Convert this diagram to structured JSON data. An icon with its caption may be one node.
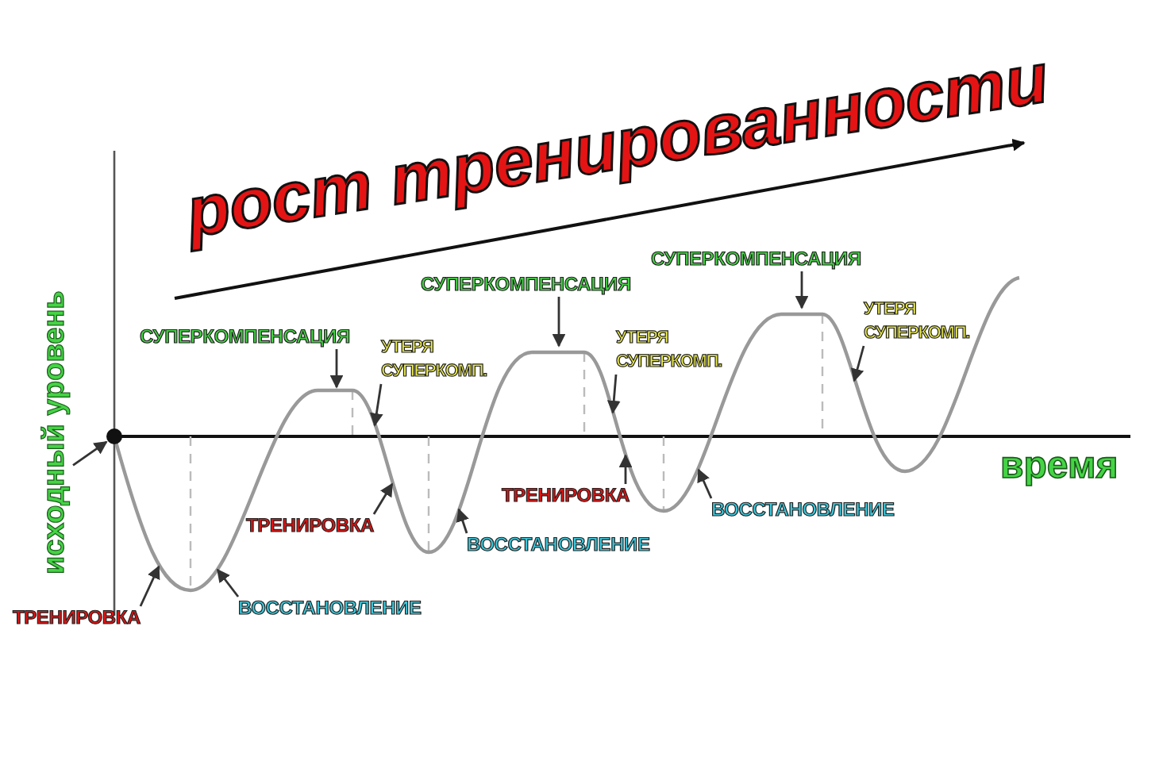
{
  "diagram": {
    "nodes": [
      {
        "text": [],
        "shape": "circle"
      },
      {
        "text": [
          "исходный уровень"
        ]
      },
      {
        "text": [
          "СУПЕРКОМПЕНСАЦИЯ"
        ]
      },
      {
        "text": [
          "УТЕРЯ СУПЕРКОМП."
        ]
      },
      {
        "text": [
          "ТРЕНИРОВКА"
        ]
      },
      {
        "text": [
          "ВОССТАНОВЛЕНИЕ"
        ]
      },
      {
        "text": [
          "ТРЕНИРОВКА"
        ]
      },
      {
        "text": [
          "СУПЕРКОМПЕНСАЦИЯ"
        ]
      },
      {
        "text": [
          "УТЕРЯ СУПЕРКОМП."
        ]
      },
      {
        "text": [
          "ТРЕНИРОВКА"
        ]
      },
      {
        "text": [
          "ВОССТАНОВЛЕНИЕ"
        ]
      },
      {
        "text": [
          "СУПЕРКОМПЕНСАЦИЯ"
        ]
      },
      {
        "text": [
          "УТЕРЯ СУПЕРКОМП."
        ]
      },
      {
        "text": [
          "ВОССТАНОВЛЕНИЕ"
        ]
      }
    ],
    "edges": [
      {
        "from": 1,
        "to": 0,
        "arrow": "to"
      },
      {
        "from": 2,
        "to": null,
        "arrow": "to"
      },
      {
        "from": 3,
        "to": null,
        "arrow": "to"
      },
      {
        "from": 4,
        "to": null,
        "arrow": "to"
      },
      {
        "from": 5,
        "to": null,
        "arrow": "to"
      },
      {
        "from": 6,
        "to": null,
        "arrow": "to"
      },
      {
        "from": 7,
        "to": null,
        "arrow": "to"
      },
      {
        "from": 8,
        "to": null,
        "arrow": "to"
      },
      {
        "from": 9,
        "to": null,
        "arrow": "to"
      },
      {
        "from": 10,
        "to": null,
        "arrow": "to"
      },
      {
        "from": 11,
        "to": null,
        "arrow": "to"
      },
      {
        "from": 12,
        "to": null,
        "arrow": "to"
      },
      {
        "from": 13,
        "to": null,
        "arrow": "to"
      }
    ],
    "labels": [
      "рост тренированности",
      "время"
    ]
  }
}
